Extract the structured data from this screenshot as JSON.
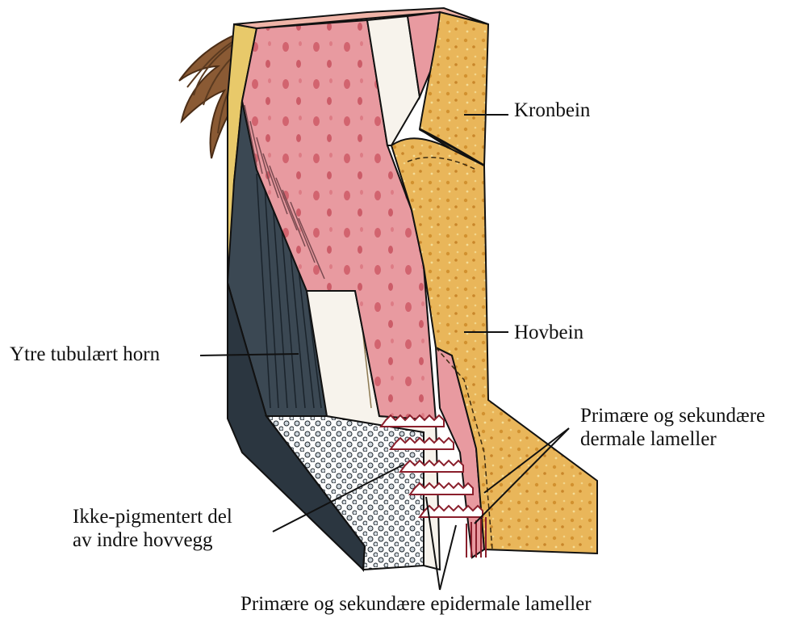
{
  "labels": {
    "kronbein": "Kronbein",
    "hovbein": "Hovbein",
    "ytre_tubulaert_horn": "Ytre tubulært horn",
    "dermale_lameller_line1": "Primære og sekundære",
    "dermale_lameller_line2": "dermale lameller",
    "ikke_pigmentert_line1": "Ikke-pigmentert del",
    "ikke_pigmentert_line2": "av indre hovvegg",
    "epidermale_lameller": "Primære og sekundære epidermale lameller"
  },
  "colors": {
    "dark_horn": "#3b4853",
    "dark_horn_shadow": "#24303a",
    "dermis_pink": "#e89aa0",
    "dermis_dark_pink": "#d2646f",
    "bone": "#e9b65a",
    "bone_light": "#f1d27c",
    "periople_yellow": "#e8c96a",
    "hair": "#8a5a34",
    "white_zone": "#f7f3ec"
  }
}
